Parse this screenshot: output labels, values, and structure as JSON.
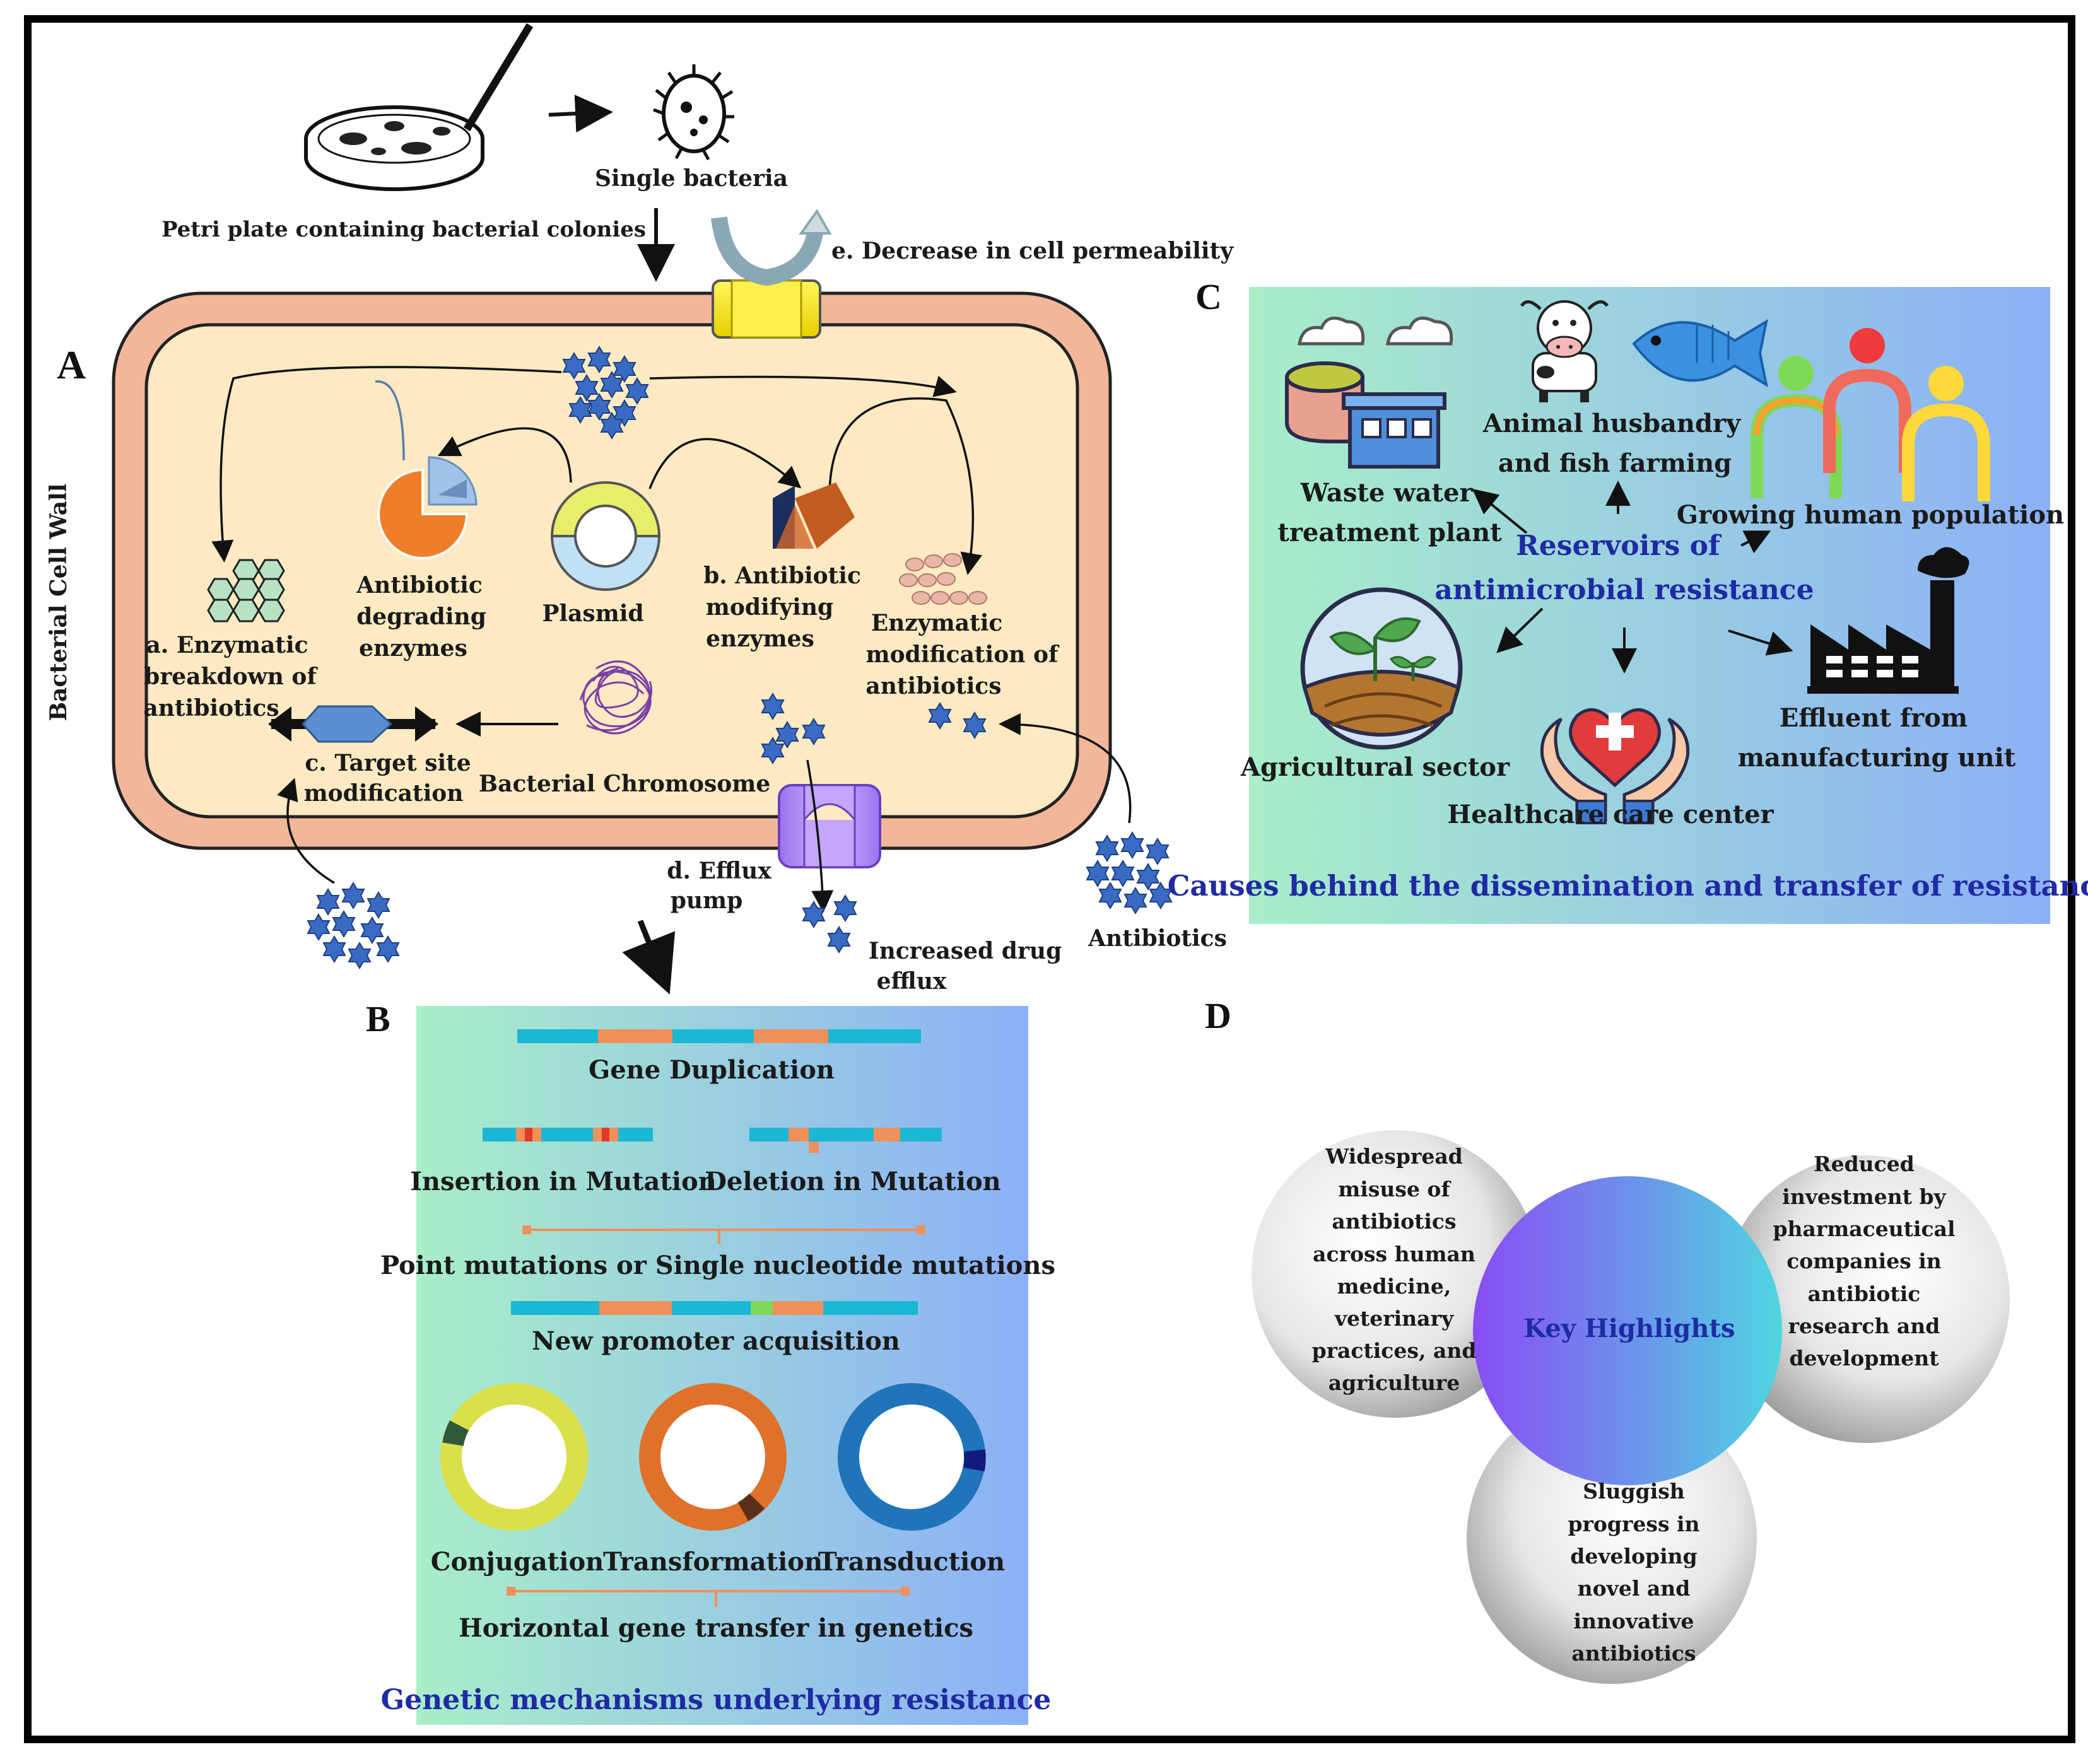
{
  "panel_letters": {
    "a": "A",
    "b": "B",
    "c": "C",
    "d": "D"
  },
  "panel_a": {
    "petri_plate": "Petri plate containing bacterial colonies",
    "single_bacteria": "Single bacteria",
    "permeability": "e. Decrease in cell permeability",
    "cell_wall": "Bacterial Cell  Wall",
    "degrading_1": "Antibiotic",
    "degrading_2": "degrading",
    "degrading_3": "enzymes",
    "plasmid": "Plasmid",
    "modifying_1": "b. Antibiotic",
    "modifying_2": "modifying",
    "modifying_3": "enzymes",
    "breakdown_1": "a. Enzymatic",
    "breakdown_2": "breakdown of",
    "breakdown_3": "antibiotics",
    "enzmod_1": "Enzymatic",
    "enzmod_2": "modification of",
    "enzmod_3": "antibiotics",
    "target_1": "c. Target site",
    "target_2": "modification",
    "chromosome": "Bacterial Chromosome",
    "efflux_1": "d. Efflux",
    "efflux_2": "pump",
    "increased_1": "Increased drug",
    "increased_2": "efflux",
    "antibiotics": "Antibiotics"
  },
  "panel_b": {
    "gene_dup": "Gene Duplication",
    "insertion": "Insertion in Mutation",
    "deletion": "Deletion in Mutation",
    "point": "Point mutations or Single nucleotide mutations",
    "promoter": "New promoter acquisition",
    "conjugation": "Conjugation",
    "transformation": "Transformation",
    "transduction": "Transduction",
    "hgt": "Horizontal gene transfer in genetics",
    "title": "Genetic mechanisms underlying resistance"
  },
  "panel_c": {
    "waste_1": "Waste water",
    "waste_2": "treatment plant",
    "animal_1": "Animal husbandry",
    "animal_2": "and fish farming",
    "human": "Growing human population",
    "reservoirs_1": "Reservoirs of",
    "reservoirs_2": "antimicrobial resistance",
    "agri": "Agricultural sector",
    "health": "Healthcare care center",
    "effluent_1": "Effluent from",
    "effluent_2": "manufacturing unit",
    "title": "Causes behind the dissemination and transfer of resistance"
  },
  "panel_d": {
    "center": "Key Highlights",
    "left": [
      "Widespread",
      "misuse of",
      "antibiotics",
      "across human",
      "medicine,",
      "veterinary",
      "practices, and",
      "agriculture"
    ],
    "right": [
      "Reduced",
      "investment by",
      "pharmaceutical",
      "companies in",
      "antibiotic",
      "research and",
      "development"
    ],
    "bottom": [
      "Sluggish",
      "progress in",
      "developing",
      "novel and",
      "innovative",
      "antibiotics"
    ]
  },
  "colors": {
    "frame": "#000000",
    "cell_wall": "#f2b79a",
    "cytoplasm": "#fde9c2",
    "antibiotic_star": "#3a6bc4",
    "panel_grad_left": "#a8eec9",
    "panel_grad_right": "#8cb0f7",
    "title_blue": "#1f2aa3",
    "key_grad_start": "#8a4cf5",
    "key_grad_end": "#4fd6e0",
    "gene_cyan": "#1bb7d4",
    "gene_orange": "#f0905a"
  }
}
